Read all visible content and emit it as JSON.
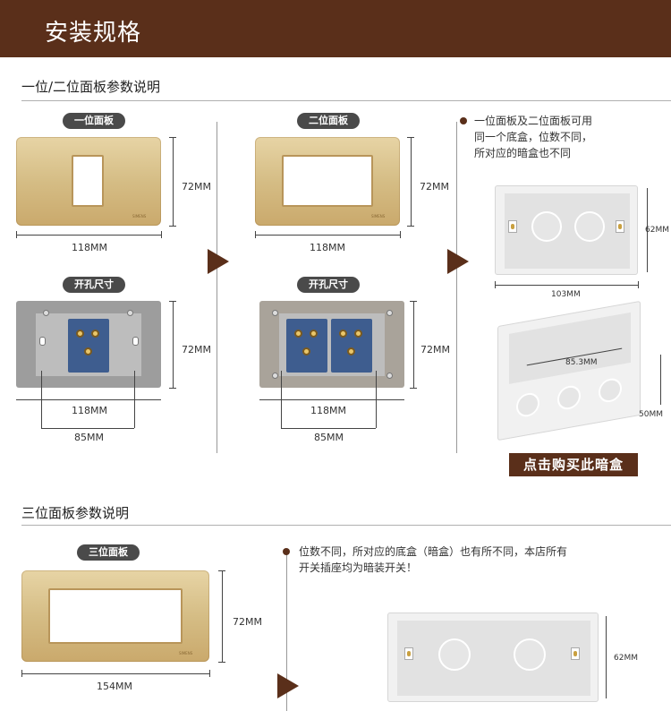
{
  "header": {
    "title": "安装规格"
  },
  "section1": {
    "title": "一位/二位面板参数说明",
    "single_tag": "一位面板",
    "double_tag": "二位面板",
    "cutout_tag_left": "开孔尺寸",
    "cutout_tag_right": "开孔尺寸",
    "dim_height": "72MM",
    "dim_width": "118MM",
    "dim_hole": "85MM",
    "brand": "SIMENS",
    "note": [
      "一位面板及二位面板可用",
      "同一个底盒，位数不同，",
      "所对应的暗盒也不同"
    ],
    "box_height": "62MM",
    "box_width": "103MM",
    "box_inner": "85.3MM",
    "box_depth": "50MM",
    "buy_label": "点击购买此暗盒"
  },
  "section2": {
    "title": "三位面板参数说明",
    "triple_tag": "三位面板",
    "dim_height": "72MM",
    "dim_width": "154MM",
    "note": [
      "位数不同，所对应的底盒（暗盒）也有所不同，本店所有",
      "开关插座均为暗装开关！"
    ],
    "box_height": "62MM"
  },
  "colors": {
    "accent": "#5a2f1a",
    "gold": "#d5bd85",
    "module_blue": "#3e5d8f"
  }
}
